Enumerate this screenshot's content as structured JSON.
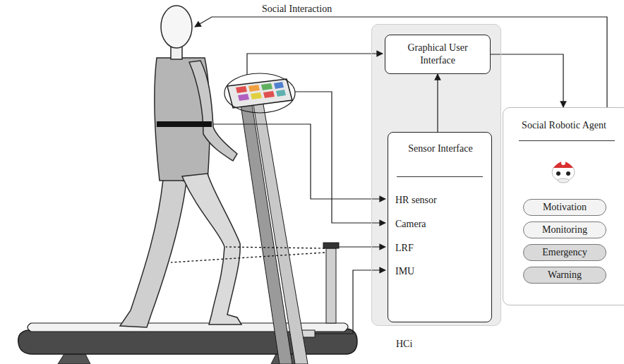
{
  "diagram": {
    "nodes": [
      {
        "text": [
          "HCi"
        ]
      },
      {
        "text": [
          "Graphical User Interface"
        ],
        "in": 0
      },
      {
        "text": [
          "Sensor Interface",
          "HR sensor",
          "Camera",
          "LRF",
          "IMU"
        ],
        "in": 0
      },
      {
        "text": [
          "Social Robotic Agent"
        ]
      },
      {
        "text": [
          "Motivation"
        ],
        "in": 3
      },
      {
        "text": [
          "Monitoring"
        ],
        "in": 3
      },
      {
        "text": [
          "Emergency"
        ],
        "in": 3
      },
      {
        "text": [
          "Warning"
        ],
        "in": 3
      }
    ],
    "edges": [
      {
        "from": 2,
        "to": 1,
        "arrow": "to"
      },
      {
        "from": 1,
        "to": 3,
        "arrow": "to"
      }
    ],
    "labels": [
      "Social Interaction"
    ]
  }
}
